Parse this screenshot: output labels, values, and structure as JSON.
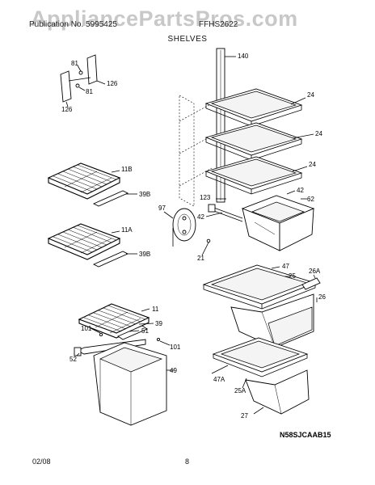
{
  "header": {
    "left_text": "Publication No. 5995425",
    "model_text": "FFHS2622",
    "section_title": "SHELVES",
    "watermark": "AppliancePartsPros.com"
  },
  "callouts": {
    "c140": "140",
    "c24a": "24",
    "c24b": "24",
    "c24c": "24",
    "c81a": "81",
    "c81b": "81",
    "c126a": "126",
    "c126b": "126",
    "c11B": "11B",
    "c39Ba": "39B",
    "c11A": "11A",
    "c39Bb": "39B",
    "c97": "97",
    "c123": "123",
    "c42a": "42",
    "c42b": "42",
    "c62": "62",
    "c21": "21",
    "c47": "47",
    "c25": "25",
    "c26A": "26A",
    "c26": "26",
    "c11": "11",
    "c39": "39",
    "c101a": "101",
    "c51": "51",
    "c52": "52",
    "c101b": "101",
    "c49": "49",
    "c47A": "47A",
    "c25A": "25A",
    "c27": "27"
  },
  "footer": {
    "diagram_code": "N58SJCAAB15",
    "date": "02/08",
    "page_number": "8"
  }
}
